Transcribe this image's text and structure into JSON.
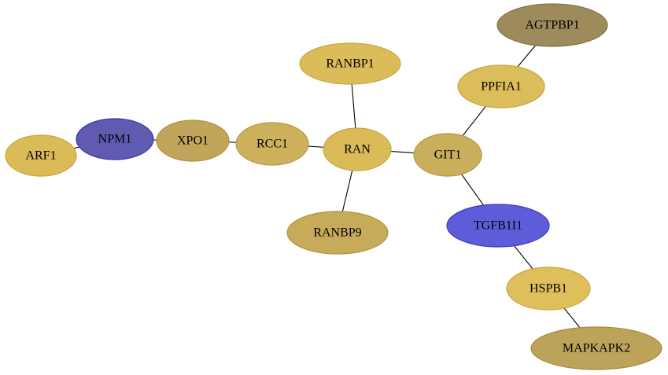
{
  "network": {
    "nodes": [
      {
        "id": "ARF1",
        "label": "ARF1",
        "fill": "#dbba58",
        "stroke": "#c9a53e"
      },
      {
        "id": "NPM1",
        "label": "NPM1",
        "fill": "#5f5bb0",
        "stroke": "#3b37a0"
      },
      {
        "id": "XPO1",
        "label": "XPO1",
        "fill": "#c1a55a",
        "stroke": "#ad9040"
      },
      {
        "id": "RCC1",
        "label": "RCC1",
        "fill": "#ccb05c",
        "stroke": "#b89a40"
      },
      {
        "id": "RAN",
        "label": "RAN",
        "fill": "#dbbb58",
        "stroke": "#c8a53c"
      },
      {
        "id": "RANBP1",
        "label": "RANBP1",
        "fill": "#dcbc5a",
        "stroke": "#c9a73e"
      },
      {
        "id": "RANBP9",
        "label": "RANBP9",
        "fill": "#c8ab5a",
        "stroke": "#b3943e"
      },
      {
        "id": "GIT1",
        "label": "GIT1",
        "fill": "#c9ae5e",
        "stroke": "#b49640"
      },
      {
        "id": "PPFIA1",
        "label": "PPFIA1",
        "fill": "#dcbd5c",
        "stroke": "#c9a63e"
      },
      {
        "id": "AGTPBP1",
        "label": "AGTPBP1",
        "fill": "#9e8b5c",
        "stroke": "#857243"
      },
      {
        "id": "TGFB1I1",
        "label": "TGFB1I1",
        "fill": "#5f5cd9",
        "stroke": "#3d39c2"
      },
      {
        "id": "HSPB1",
        "label": "HSPB1",
        "fill": "#dfbf5c",
        "stroke": "#cba83e"
      },
      {
        "id": "MAPKAPK2",
        "label": "MAPKAPK2",
        "fill": "#bca359",
        "stroke": "#a68c3e"
      }
    ],
    "edges": [
      [
        "ARF1",
        "NPM1"
      ],
      [
        "NPM1",
        "XPO1"
      ],
      [
        "XPO1",
        "RCC1"
      ],
      [
        "RCC1",
        "RAN"
      ],
      [
        "RAN",
        "RANBP1"
      ],
      [
        "RAN",
        "RANBP9"
      ],
      [
        "RAN",
        "GIT1"
      ],
      [
        "GIT1",
        "PPFIA1"
      ],
      [
        "PPFIA1",
        "AGTPBP1"
      ],
      [
        "GIT1",
        "TGFB1I1"
      ],
      [
        "TGFB1I1",
        "HSPB1"
      ],
      [
        "HSPB1",
        "MAPKAPK2"
      ]
    ]
  }
}
